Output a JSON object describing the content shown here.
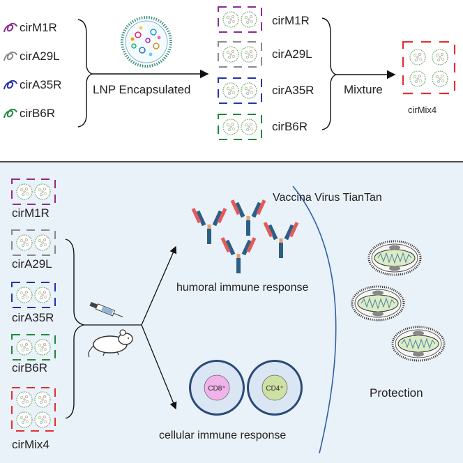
{
  "colors": {
    "m1r": "#8e2a8e",
    "a29l": "#8a8a8a",
    "a35r": "#2233aa",
    "b6r": "#1f8a3a",
    "mix": "#e03030",
    "cd8_fill": "#f0b4ea",
    "cd4_fill": "#cfe0a4",
    "antibody_blue": "#2c5f85",
    "antibody_red": "#e35a5a",
    "virus_green": "#dcecc4",
    "bottom_panel": "#e9f1f9"
  },
  "top": {
    "mrna": [
      {
        "label": "cirM1R",
        "color_key": "m1r"
      },
      {
        "label": "cirA29L",
        "color_key": "a29l"
      },
      {
        "label": "cirA35R",
        "color_key": "a35r"
      },
      {
        "label": "cirB6R",
        "color_key": "b6r"
      }
    ],
    "arrow_label": "LNP Encapsulated",
    "lnp_labels": [
      "cirM1R",
      "cirA29L",
      "cirA35R",
      "cirB6R"
    ],
    "mixture_label": "Mixture",
    "mix_label": "cirMix4"
  },
  "bottom": {
    "vaccines": [
      "cirM1R",
      "cirA29L",
      "cirA35R",
      "cirB6R",
      "cirMix4"
    ],
    "humoral_label": "humoral immune response",
    "cellular_label": "cellular immune response",
    "virus_label": "Vaccina Virus TianTan",
    "protection_label": "Protection",
    "cd8_label": "CD8⁺",
    "cd4_label": "CD4⁺"
  }
}
